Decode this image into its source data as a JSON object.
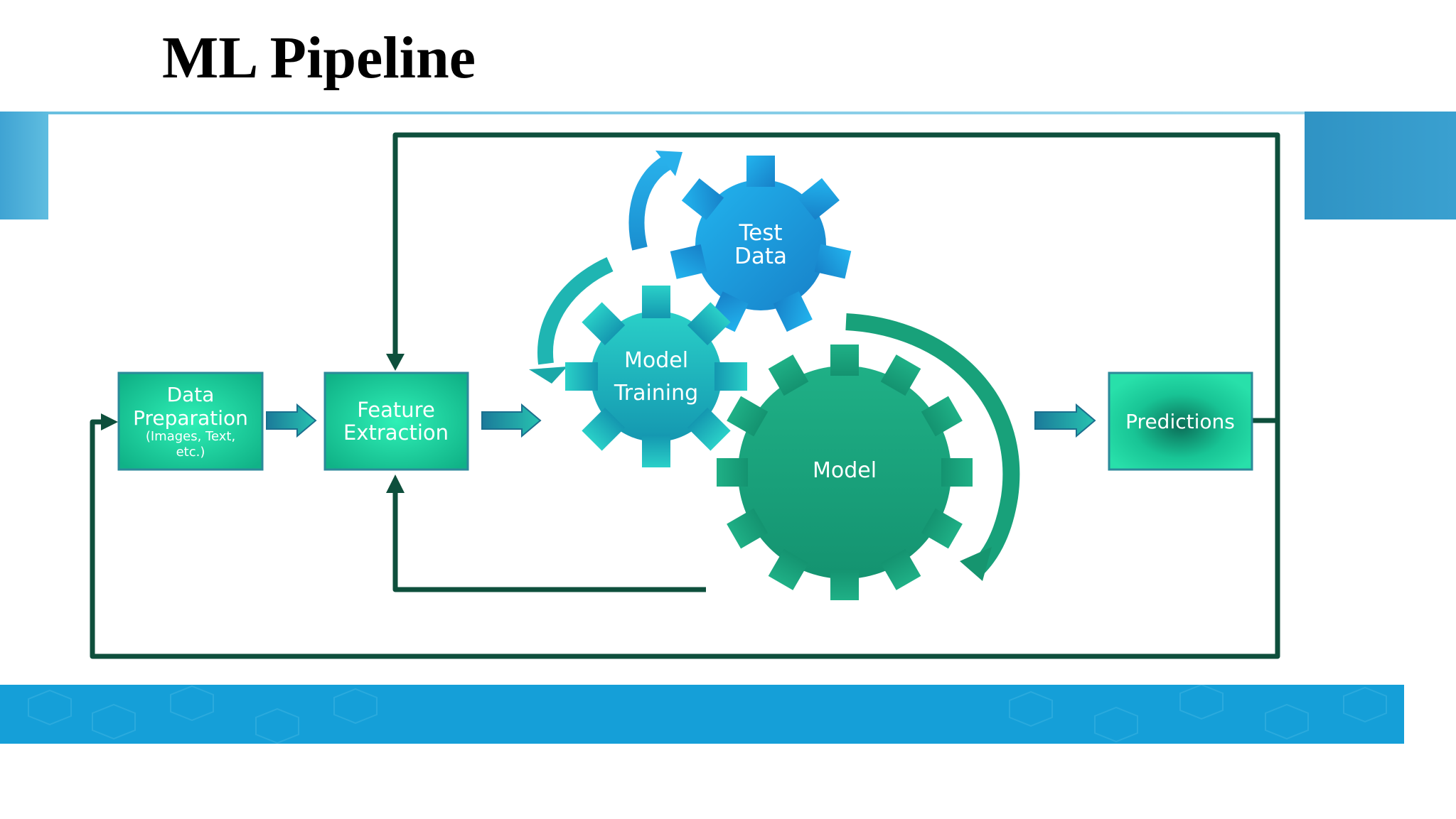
{
  "slide": {
    "title": "ML Pipeline"
  },
  "diagram": {
    "nodes": {
      "data_preparation": {
        "line1": "Data",
        "line2": "Preparation",
        "sub1": "(Images, Text,",
        "sub2": "etc.)"
      },
      "feature_extraction": {
        "line1": "Feature",
        "line2": "Extraction"
      },
      "test_data": {
        "line1": "Test",
        "line2": "Data"
      },
      "model_training": {
        "line1": "Model",
        "line2": "Training"
      },
      "model": {
        "label": "Model"
      },
      "predictions": {
        "label": "Predictions"
      }
    }
  },
  "colors": {
    "box_fill_center": "#22e4a8",
    "box_fill_edge": "#12b58a",
    "box_border": "#2b8a9a",
    "feedback_line": "#0e4f3c",
    "test_data_gear": "#1a8fd4",
    "model_training_gear": "#1bb3b8",
    "model_gear": "#18a17a",
    "footer_band": "#159fd8"
  }
}
